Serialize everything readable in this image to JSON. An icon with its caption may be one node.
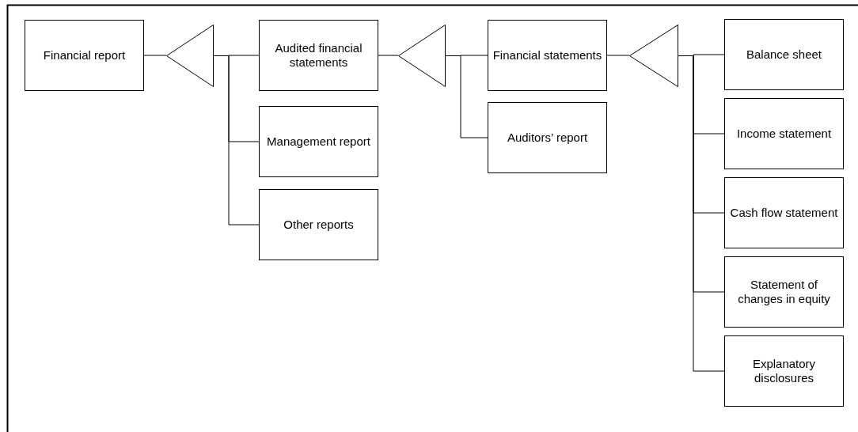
{
  "diagram": {
    "nodes": [
      {
        "text": [
          "Financial report"
        ]
      },
      {
        "text": [],
        "shape": "triangle"
      },
      {
        "text": [
          "Audited financial statements"
        ]
      },
      {
        "text": [
          "Management report"
        ]
      },
      {
        "text": [
          "Other reports"
        ]
      },
      {
        "text": [],
        "shape": "triangle"
      },
      {
        "text": [
          "Financial statements"
        ]
      },
      {
        "text": [
          "Auditors’ report"
        ]
      },
      {
        "text": [],
        "shape": "triangle"
      },
      {
        "text": [
          "Balance sheet"
        ]
      },
      {
        "text": [
          "Income statement"
        ]
      },
      {
        "text": [
          "Cash flow statement"
        ]
      },
      {
        "text": [
          "Statement of changes in equity"
        ]
      },
      {
        "text": [
          "Explanatory disclosures"
        ]
      }
    ],
    "edges": [
      {
        "from": 0,
        "to": 1,
        "arrow": "none"
      },
      {
        "from": 1,
        "to": 2,
        "arrow": "none"
      },
      {
        "from": 1,
        "to": 3,
        "arrow": "none"
      },
      {
        "from": 1,
        "to": 4,
        "arrow": "none"
      },
      {
        "from": 2,
        "to": 5,
        "arrow": "none"
      },
      {
        "from": 5,
        "to": 6,
        "arrow": "none"
      },
      {
        "from": 5,
        "to": 7,
        "arrow": "none"
      },
      {
        "from": 6,
        "to": 8,
        "arrow": "none"
      },
      {
        "from": 8,
        "to": 9,
        "arrow": "none"
      },
      {
        "from": 8,
        "to": 10,
        "arrow": "none"
      },
      {
        "from": 8,
        "to": 11,
        "arrow": "none"
      },
      {
        "from": 8,
        "to": 12,
        "arrow": "none"
      },
      {
        "from": 8,
        "to": 13,
        "arrow": "none"
      }
    ]
  }
}
